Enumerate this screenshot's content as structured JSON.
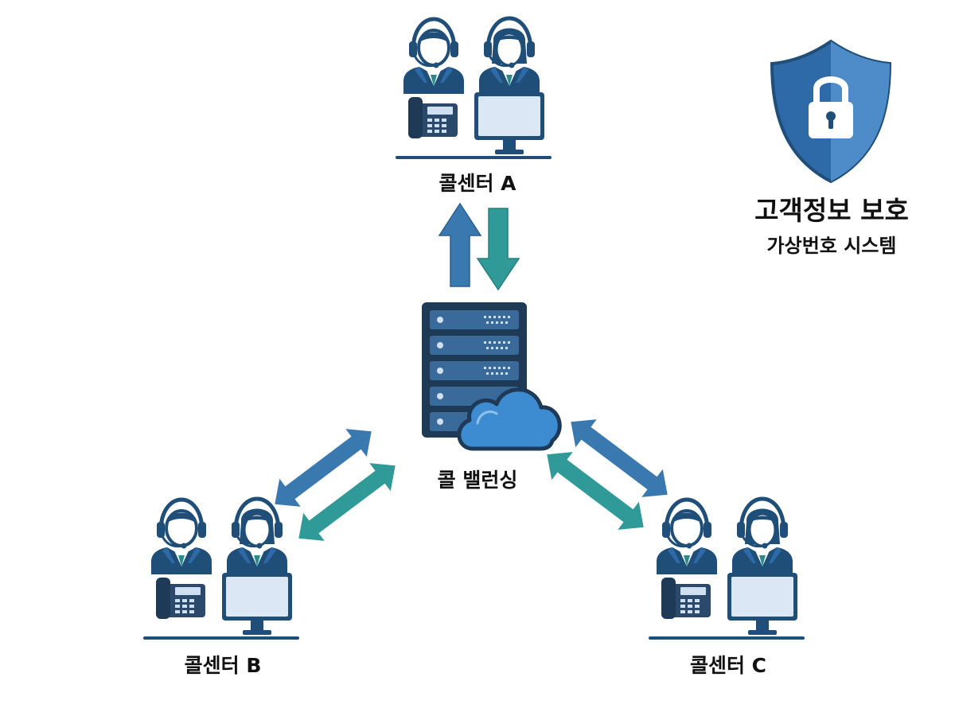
{
  "call_centers": {
    "a": {
      "label": "콜센터 A"
    },
    "b": {
      "label": "콜센터 B"
    },
    "c": {
      "label": "콜센터 C"
    }
  },
  "load_balancer": {
    "label": "콜 밸런싱"
  },
  "security": {
    "title": "고객정보 보호",
    "subtitle": "가상번호 시스템"
  },
  "colors": {
    "navy": "#1f4e79",
    "blue_arrow": "#3a78b0",
    "teal_arrow": "#2f9a97",
    "skin": "#ffffff",
    "teal_shirt": "#2a8a8a",
    "server": "#2b4a6b",
    "cloud": "#3d8bd0",
    "shield": "#2f6aa8"
  }
}
